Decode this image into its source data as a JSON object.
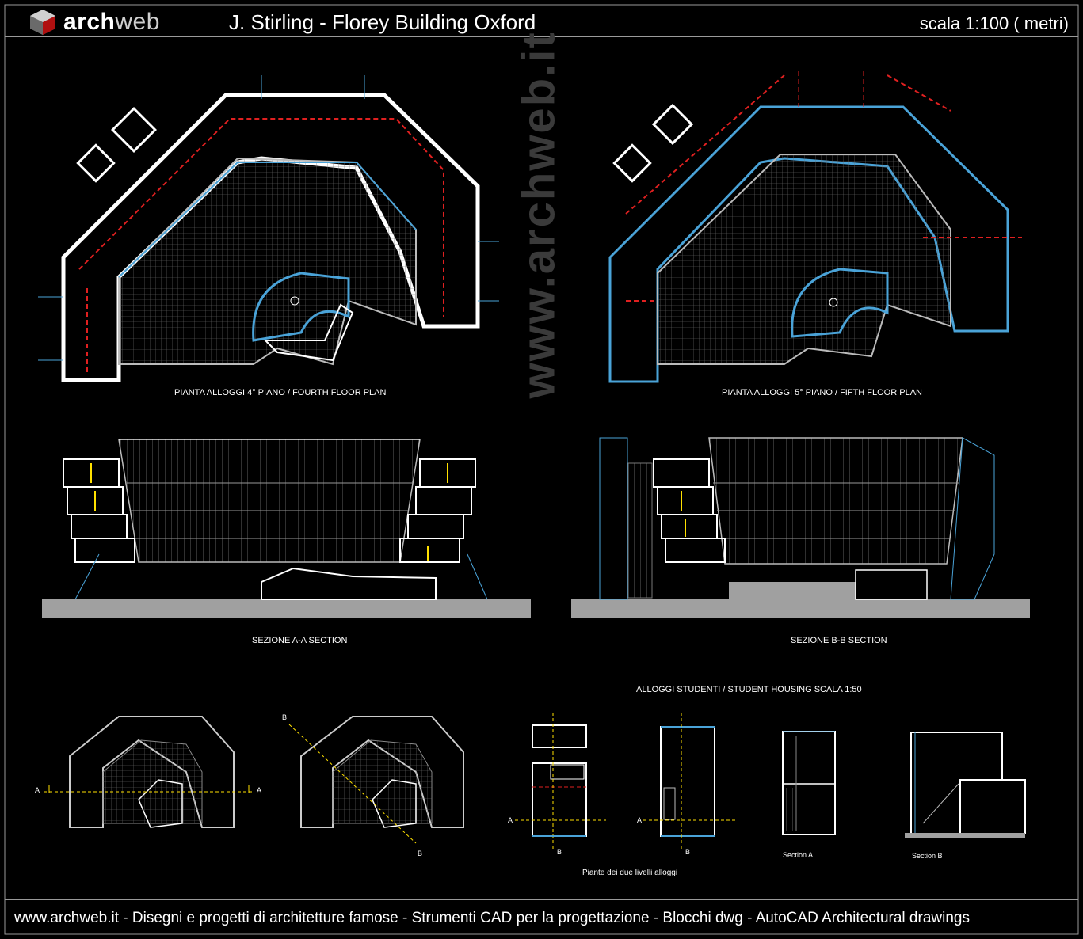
{
  "header": {
    "logo_main": "arch",
    "logo_sub": "web",
    "title": "J. Stirling - Florey Building Oxford",
    "scale": "scala 1:100 ( metri)"
  },
  "watermark": "www.archweb.it",
  "drawings": {
    "plan4_caption": "PIANTA ALLOGGI 4° PIANO  /  FOURTH FLOOR PLAN",
    "plan5_caption": "PIANTA ALLOGGI 5° PIANO  /  FIFTH FLOOR PLAN",
    "sectionA_caption": "SEZIONE  A-A  SECTION",
    "sectionB_caption": "SEZIONE  B-B  SECTION",
    "housing_caption": "ALLOGGI STUDENTI   /  STUDENT HOUSING    SCALA 1:50",
    "two_levels_caption": "Piante dei due livelli alloggi",
    "section_a_small": "Section A",
    "section_b_small": "Section B",
    "marker_a": "A",
    "marker_b": "B"
  },
  "footer": {
    "text": "www.archweb.it -   Disegni e progetti di architetture famose  -  Strumenti CAD  per la progettazione  -  Blocchi dwg - AutoCAD Architectural drawings"
  },
  "colors": {
    "wall": "#ffffff",
    "grid": "#8a8a8a",
    "blue": "#4aa3d8",
    "red": "#e02020",
    "yellow": "#ffe000",
    "ground": "#a0a0a0"
  }
}
